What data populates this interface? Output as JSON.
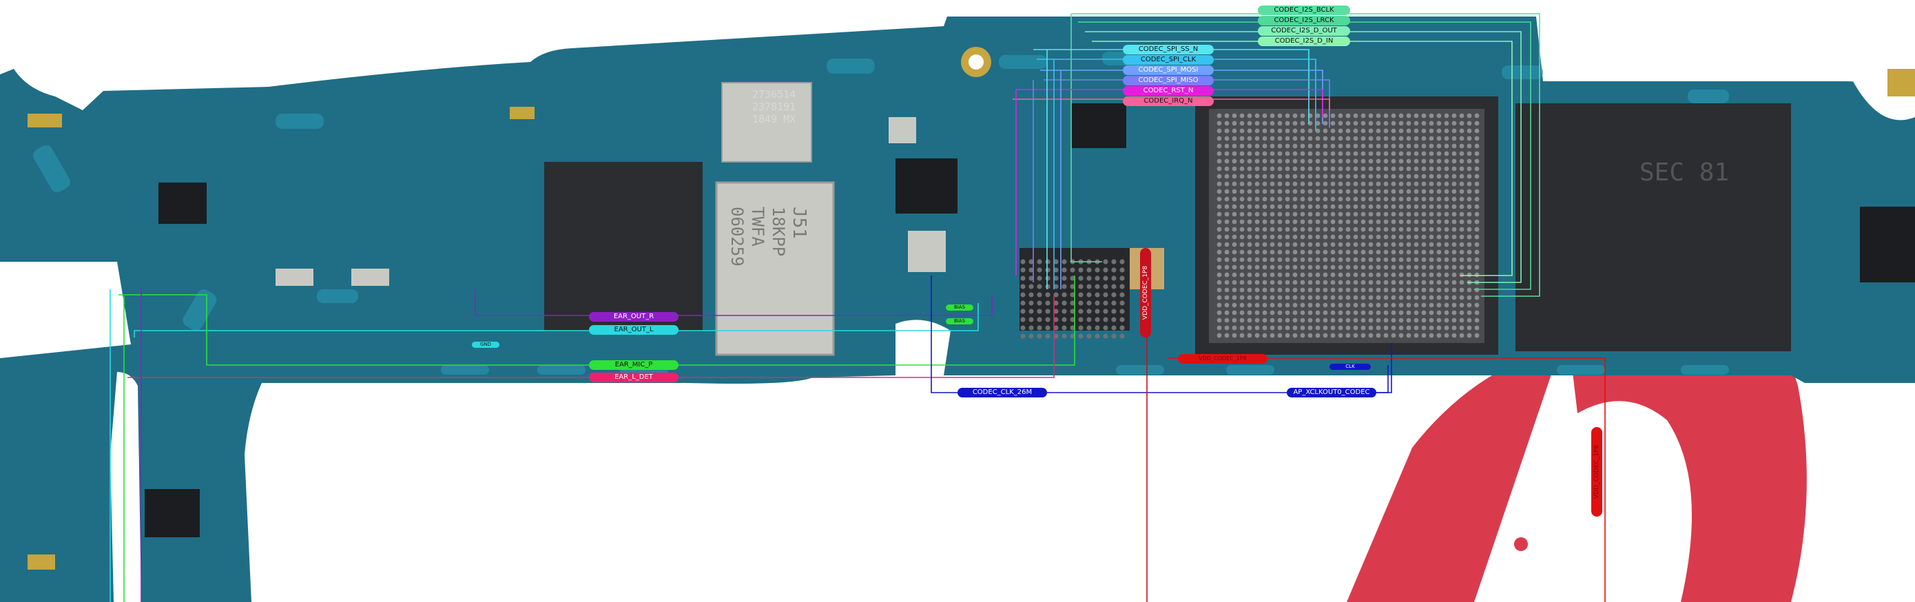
{
  "colors": {
    "board": "#1f6e86",
    "board_dark": "#184f63",
    "chip": "#2b2d30",
    "shield": "#c9c9c4",
    "watermark": "#cc2233"
  },
  "chips": {
    "pmic_marking": [
      "2736514",
      "2378191",
      "1849 MX"
    ],
    "shield_marking": [
      "J51",
      "18KPP",
      "TWFA",
      "060259"
    ],
    "sec_marking": "SEC 81"
  },
  "signals": {
    "i2s_bclk": {
      "text": "CODEC_I2S_BCLK",
      "color": "#58e0a0"
    },
    "i2s_lrck": {
      "text": "CODEC_I2S_LRCK",
      "color": "#4fd89a"
    },
    "i2s_dout": {
      "text": "CODEC_I2S_D_OUT",
      "color": "#7ff0b8"
    },
    "i2s_din": {
      "text": "CODEC_I2S_D_IN",
      "color": "#8ef5b0"
    },
    "spi_ss": {
      "text": "CODEC_SPI_SS_N",
      "color": "#56e6f0"
    },
    "spi_clk": {
      "text": "CODEC_SPI_CLK",
      "color": "#37c3ee"
    },
    "spi_mosi": {
      "text": "CODEC_SPI_MOSI",
      "color": "#6fa0ff"
    },
    "spi_miso": {
      "text": "CODEC_SPI_MISO",
      "color": "#7b7ef5"
    },
    "rst": {
      "text": "CODEC_RST_N",
      "color": "#e21ee0"
    },
    "irq": {
      "text": "CODEC_IRQ_N",
      "color": "#ff5f9a"
    },
    "ear_out_r": {
      "text": "EAR_OUT_R",
      "color": "#8e1fc6"
    },
    "ear_out_l": {
      "text": "EAR_OUT_L",
      "color": "#2ad8e0"
    },
    "ear_mic_p": {
      "text": "EAR_MIC_P",
      "color": "#2ee03a"
    },
    "ear_l_det": {
      "text": "EAR_L_DET",
      "color": "#f0206e"
    },
    "codec_clk": {
      "text": "CODEC_CLK_26M",
      "color": "#1016c8"
    },
    "ap_xclkout": {
      "text": "AP_XCLKOUT0_CODEC",
      "color": "#1016c8"
    },
    "vdd_codec": {
      "text": "VDD_CODEC_1P8",
      "color": "#c8101f"
    },
    "red_h": {
      "text": "VDD_CODEC_1P8",
      "color": "#e01010"
    },
    "red_v": {
      "text": "VDD_CODEC_1P8",
      "color": "#e01010"
    },
    "small_green_a": {
      "text": "BIAS",
      "color": "#2ee03a"
    },
    "small_green_b": {
      "text": "BIAS",
      "color": "#2ee03a"
    },
    "small_cyan": {
      "text": "GND",
      "color": "#2ad8e0"
    },
    "small_blue": {
      "text": "CLK",
      "color": "#1016c8"
    }
  }
}
